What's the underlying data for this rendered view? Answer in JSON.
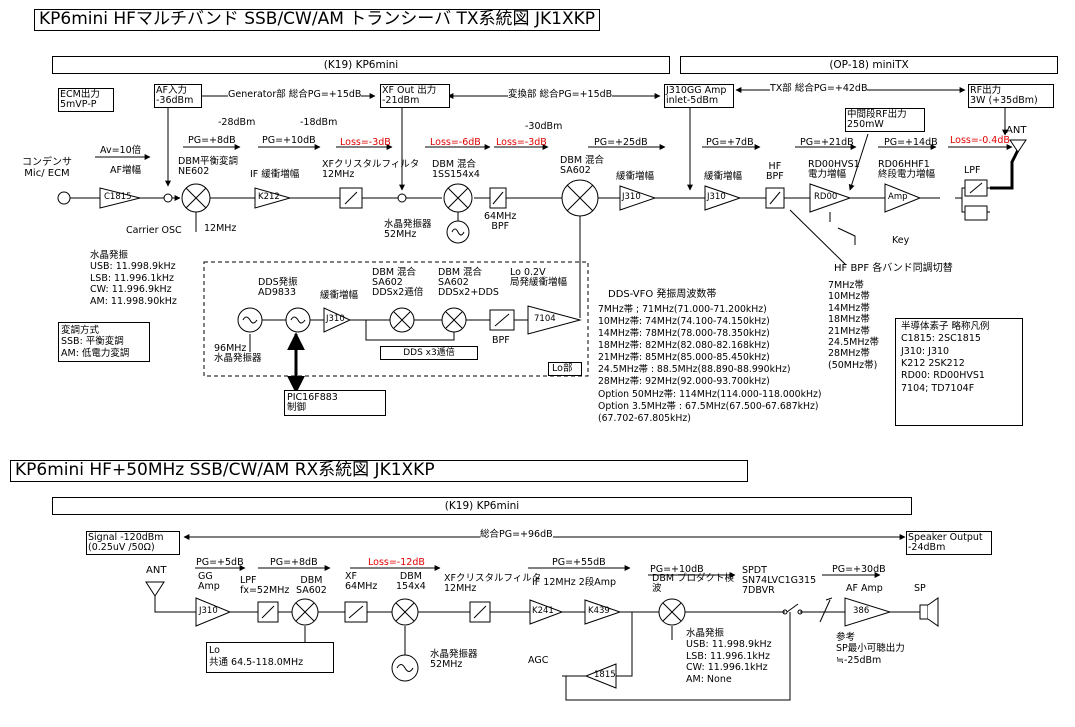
{
  "tx": {
    "title": "KP6mini HFマルチバンド SSB/CW/AM トランシーバ TX系統図 JK1XKP",
    "section_k19": "(K19) KP6mini",
    "section_op18": "(OP-18) miniTX",
    "ecm_out": "ECM出力\n5mVP-P",
    "af_in": "AF入力\n-36dBm",
    "generator": "Generator部 総合PG=+15dB",
    "xf_out": "XF Out 出力\n-21dBm",
    "henkan": "変換部 総合PG=+15dB",
    "j310gg": "J310GG Amp\ninlet-5dBm",
    "tx_total": "TX部 総合PG=+42dB",
    "rf_out": "RF出力\n3W (+35dBm)",
    "mid_rf": "中間段RF出力\n250mW",
    "lvl_28": "-28dBm",
    "lvl_18": "-18dBm",
    "lvl_30": "-30dBm",
    "av10": "Av=10倍",
    "pg8": "PG=+8dB",
    "pg10": "PG=+10dB",
    "loss3a": "Loss=-3dB",
    "loss6": "Loss=-6dB",
    "loss3b": "Loss=-3dB",
    "pg25": "PG=+25dB",
    "pg7": "PG=+7dB",
    "pg21": "PG=+21dB",
    "pg14": "PG=+14dB",
    "loss04": "Loss=-0.4dB",
    "ant": "ANT",
    "mic": "コンデンサ\nMic/ ECM",
    "af_amp": "AF増幅",
    "c1815": "C1815",
    "dbm1": "DBM平衡変調\nNE602",
    "if_amp": "IF 緩衝増幅",
    "k212": "K212",
    "xf_filter": "XFクリスタルフィルタ\n12MHz",
    "dbm2": "DBM 混合\n1SS154x4",
    "bpf64": "64MHz\nBPF",
    "dbm3": "DBM 混合\nSA602",
    "buf1": "緩衝増幅",
    "j310": "J310",
    "buf2": "緩衝増幅",
    "hf_bpf": "HF\nBPF",
    "rd00_lbl": "RD00HVS1\n電力増幅",
    "rd00": "RD00",
    "rd06_lbl": "RD06HHF1\n終段電力増幅",
    "amp": "Amp",
    "lpf": "LPF",
    "key": "Key",
    "carrier_osc": "Carrier OSC",
    "mhz12": "12MHz",
    "xtal_osc": "水晶発振\nUSB: 11.998.9kHz\nLSB: 11.996.1kHz\nCW: 11.996.9kHz\nAM: 11.998.90kHz",
    "xtal52": "水晶発振器\n52MHz",
    "hf_bpf_sw": "HF BPF 各バンド同調切替",
    "bands": "7MHz帯\n10MHz帯\n14MHz帯\n18MHz帯\n21MHz帯\n24.5MHz帯\n28MHz帯\n(50MHz帯)",
    "mod_method": "変調方式\nSSB: 平衡変調\nAM: 低電力変調",
    "dds_osc": "DDS発振\nAD9833",
    "buf_amp": "緩衝増幅",
    "dbm_sa602a": "DBM 混合\nSA602\nDDSx2逓倍",
    "dbm_sa602b": "DBM 混合\nSA602\nDDSx2+DDS",
    "lo_level": "Lo 0.2V\n局発緩衝増幅",
    "t7104": "7104",
    "bpf": "BPF",
    "dds_x3": "DDS x3逓倍",
    "lo_part": "Lo部",
    "osc96": "96MHz\n水晶発振器",
    "pic": "PIC16F883\n制御",
    "vfo_title": "DDS-VFO 発振周波数帯",
    "vfo_list": "7MHz帯 ; 71MHz(71.000-71.200kHz)\n10MHz帯: 74MHz(74.100-74.150kHz)\n14MHz帯: 78MHz(78.000-78.350kHz)\n18MHz帯: 82MHz(82.080-82.168kHz)\n21MHz帯: 85MHz(85.000-85.450kHz)\n24.5MHz帯 : 88.5MHz(88.890-88.990kHz)\n28MHz帯: 92MHz(92.000-93.700kHz)\nOption 50MHz帯: 114MHz(114.000-118.000kHz)\nOption 3.5MHz帯 : 67.5MHz(67.500-67.687kHz)\n(67.702-67.805kHz)",
    "legend": "半導体素子 略称凡例\nC1815: 2SC1815\nJ310: J310\nK212 2SK212\nRD00: RD00HVS1\n7104; TD7104F"
  },
  "rx": {
    "title": "KP6mini HF+50MHz SSB/CW/AM RX系統図 JK1XKP",
    "section": "(K19) KP6mini",
    "signal": "Signal -120dBm\n(0.25uV /50Ω)",
    "total_pg": "総合PG=+96dB",
    "speaker_out": "Speaker Output\n-24dBm",
    "pg5": "PG=+5dB",
    "pg8": "PG=+8dB",
    "loss12": "Loss=-12dB",
    "pg55": "PG=+55dB",
    "pg10": "PG=+10dB",
    "pg30": "PG=+30dB",
    "ant": "ANT",
    "gg_amp": "GG\nAmp",
    "j310": "J310",
    "lpf": "LPF\nfx=52MHz",
    "dbm1": "DBM\nSA602",
    "xf64": "XF\n64MHz",
    "dbm2": "DBM\n154x4",
    "xtal_filter": "XFクリスタルフィルタ\n12MHz",
    "if_amp": "IF 12MHz 2段Amp",
    "k241": "K241",
    "k439": "K439",
    "product_det": "DBM プロダクト検\n波",
    "spdt": "SPDT\nSN74LVC1G315\n7DBVR",
    "af_amp": "AF Amp",
    "ic386": "386",
    "sp": "SP",
    "lo": "Lo\n共通 64.5-118.0MHz",
    "xtal52": "水晶発振器\n52MHz",
    "agc": "AGC",
    "t1815": "1815",
    "xtal_osc": "水晶発振\nUSB: 11.998.9kHz\nLSB: 11.996.1kHz\nCW: 11.996.1kHz\nAM: None",
    "note": "参考\nSP最小可聴出力\n≒-25dBm"
  }
}
